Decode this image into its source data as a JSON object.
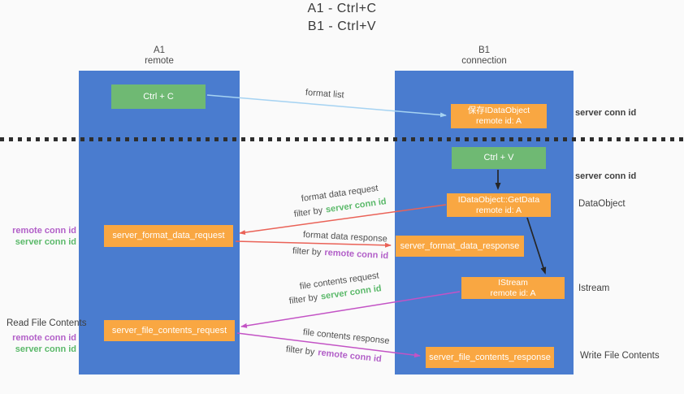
{
  "title": {
    "line1": "A1 - Ctrl+C",
    "line2": "B1 - Ctrl+V"
  },
  "columns": {
    "left": {
      "header_line1": "A1",
      "header_line2": "remote"
    },
    "right": {
      "header_line1": "B1",
      "header_line2": "connection"
    }
  },
  "boxes": {
    "ctrl_c": "Ctrl + C",
    "ctrl_v": "Ctrl + V",
    "save_idataobject_line1": "保存IDataObject",
    "save_idataobject_line2": "remote id: A",
    "getdata_line1": "IDataObject::GetData",
    "getdata_line2": "remote id: A",
    "istream_line1": "IStream",
    "istream_line2": "remote id: A",
    "format_request": "server_format_data_request",
    "format_response": "server_format_data_response",
    "file_request": "server_file_contents_request",
    "file_response": "server_file_contents_response"
  },
  "arrow_labels": {
    "format_list": "format list",
    "format_data_request": "format data request",
    "format_data_response": "format data response",
    "file_contents_request": "file contents request",
    "file_contents_response": "file contents response",
    "filter_by_prefix": "filter by",
    "filter_value_server": "server conn id",
    "filter_value_remote": "remote conn id"
  },
  "side_labels": {
    "server_conn_id_top": "server conn id",
    "server_conn_id_mid": "server conn id",
    "dataobject": "DataObject",
    "istream": "Istream",
    "write_file_contents": "Write File Contents",
    "read_file_contents": "Read File Contents",
    "left1_remote": "remote conn id",
    "left1_server": "server conn id",
    "left2_remote": "remote conn id",
    "left2_server": "server conn id"
  },
  "colors": {
    "lifeline_blue": "#4a7ccf",
    "box_green": "#6fb973",
    "box_orange": "#f9a742",
    "arrow_light_blue": "#a6d3f2",
    "arrow_red": "#ea6257",
    "arrow_magenta": "#c353c5",
    "arrow_black": "#262626",
    "text_green": "#5bb96a",
    "text_purple": "#b25fc8"
  }
}
